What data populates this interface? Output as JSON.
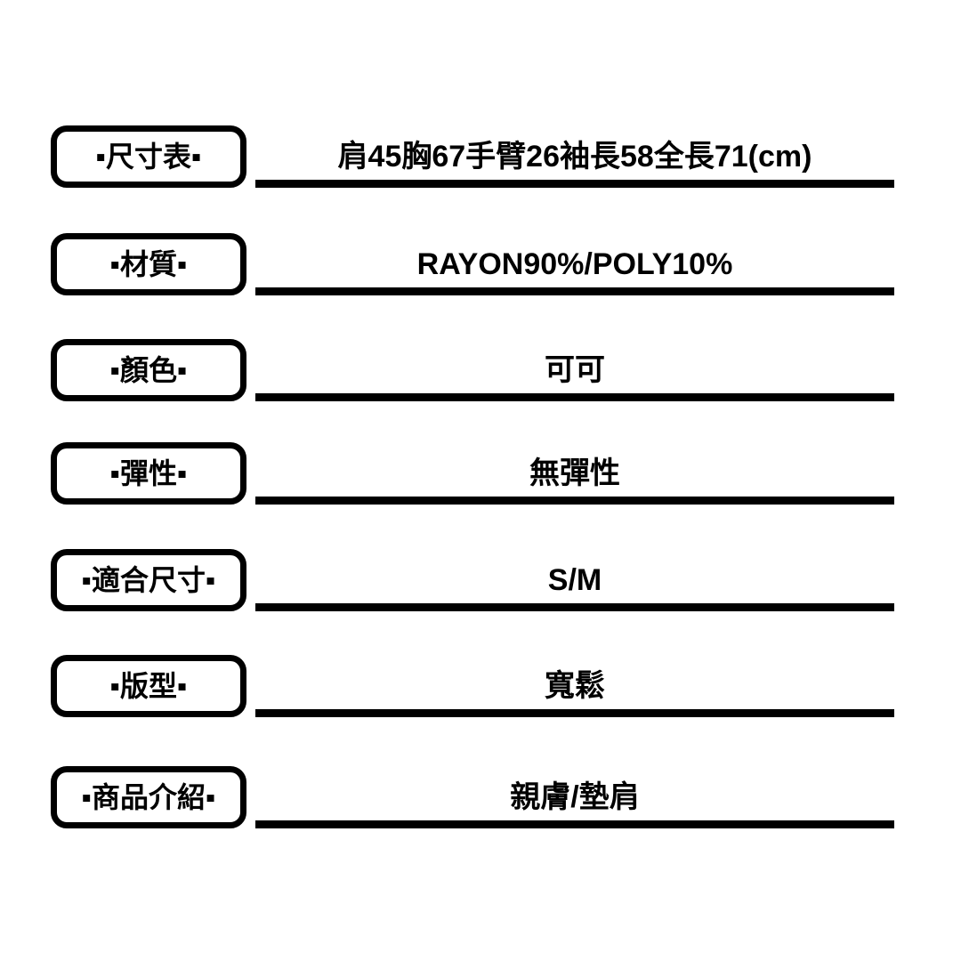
{
  "page": {
    "background_color": "#ffffff",
    "text_color": "#000000",
    "description_rows": [
      {
        "label": "▪尺寸表▪",
        "value": "肩45胸67手臂26袖長58全長71(cm)"
      },
      {
        "label": "▪材質▪",
        "value": "RAYON90%/POLY10%"
      },
      {
        "label": "▪顏色▪",
        "value": "可可"
      },
      {
        "label": "▪彈性▪",
        "value": "無彈性"
      },
      {
        "label": "▪適合尺寸▪",
        "value": "S/M"
      },
      {
        "label": "▪版型▪",
        "value": "寬鬆"
      },
      {
        "label": "▪商品介紹▪",
        "value": "親膚/墊肩"
      }
    ]
  }
}
